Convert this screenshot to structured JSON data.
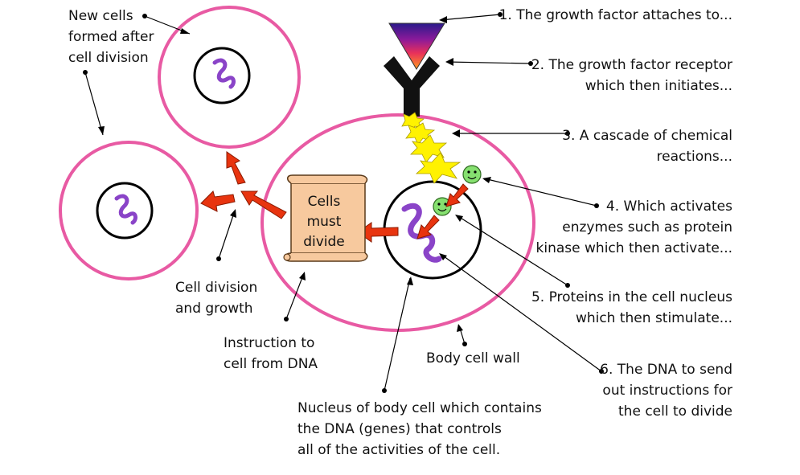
{
  "labels": {
    "new_cells": [
      "New cells",
      "formed after",
      "cell division"
    ],
    "step1": [
      "1. The growth factor attaches to..."
    ],
    "step2": [
      "2. The growth factor receptor",
      "which then initiates..."
    ],
    "step3": [
      "3. A cascade of chemical",
      "reactions..."
    ],
    "step4": [
      "4. Which activates",
      "enzymes such as protein",
      "kinase which then activate..."
    ],
    "step5": [
      "5. Proteins in the cell nucleus",
      "which then stimulate..."
    ],
    "step6": [
      "6. The DNA to send",
      "out instructions for",
      "the cell to divide"
    ],
    "cell_division": [
      "Cell division",
      "and growth"
    ],
    "instruction": [
      "Instruction to",
      "cell from DNA"
    ],
    "body_cell_wall": [
      "Body cell wall"
    ],
    "nucleus": [
      "Nucleus of body cell which contains",
      "the DNA (genes) that controls",
      "all of the activities of the cell."
    ]
  },
  "scroll": {
    "text": [
      "Cells",
      "must",
      "divide"
    ]
  },
  "colors": {
    "cell_wall": "#e85aa3",
    "dna": "#8a44c8",
    "arrow": "#e8340f",
    "scroll_fill": "#f7c99e",
    "star": "#fff200",
    "enzyme": "#86e070",
    "receptor": "#111111"
  }
}
